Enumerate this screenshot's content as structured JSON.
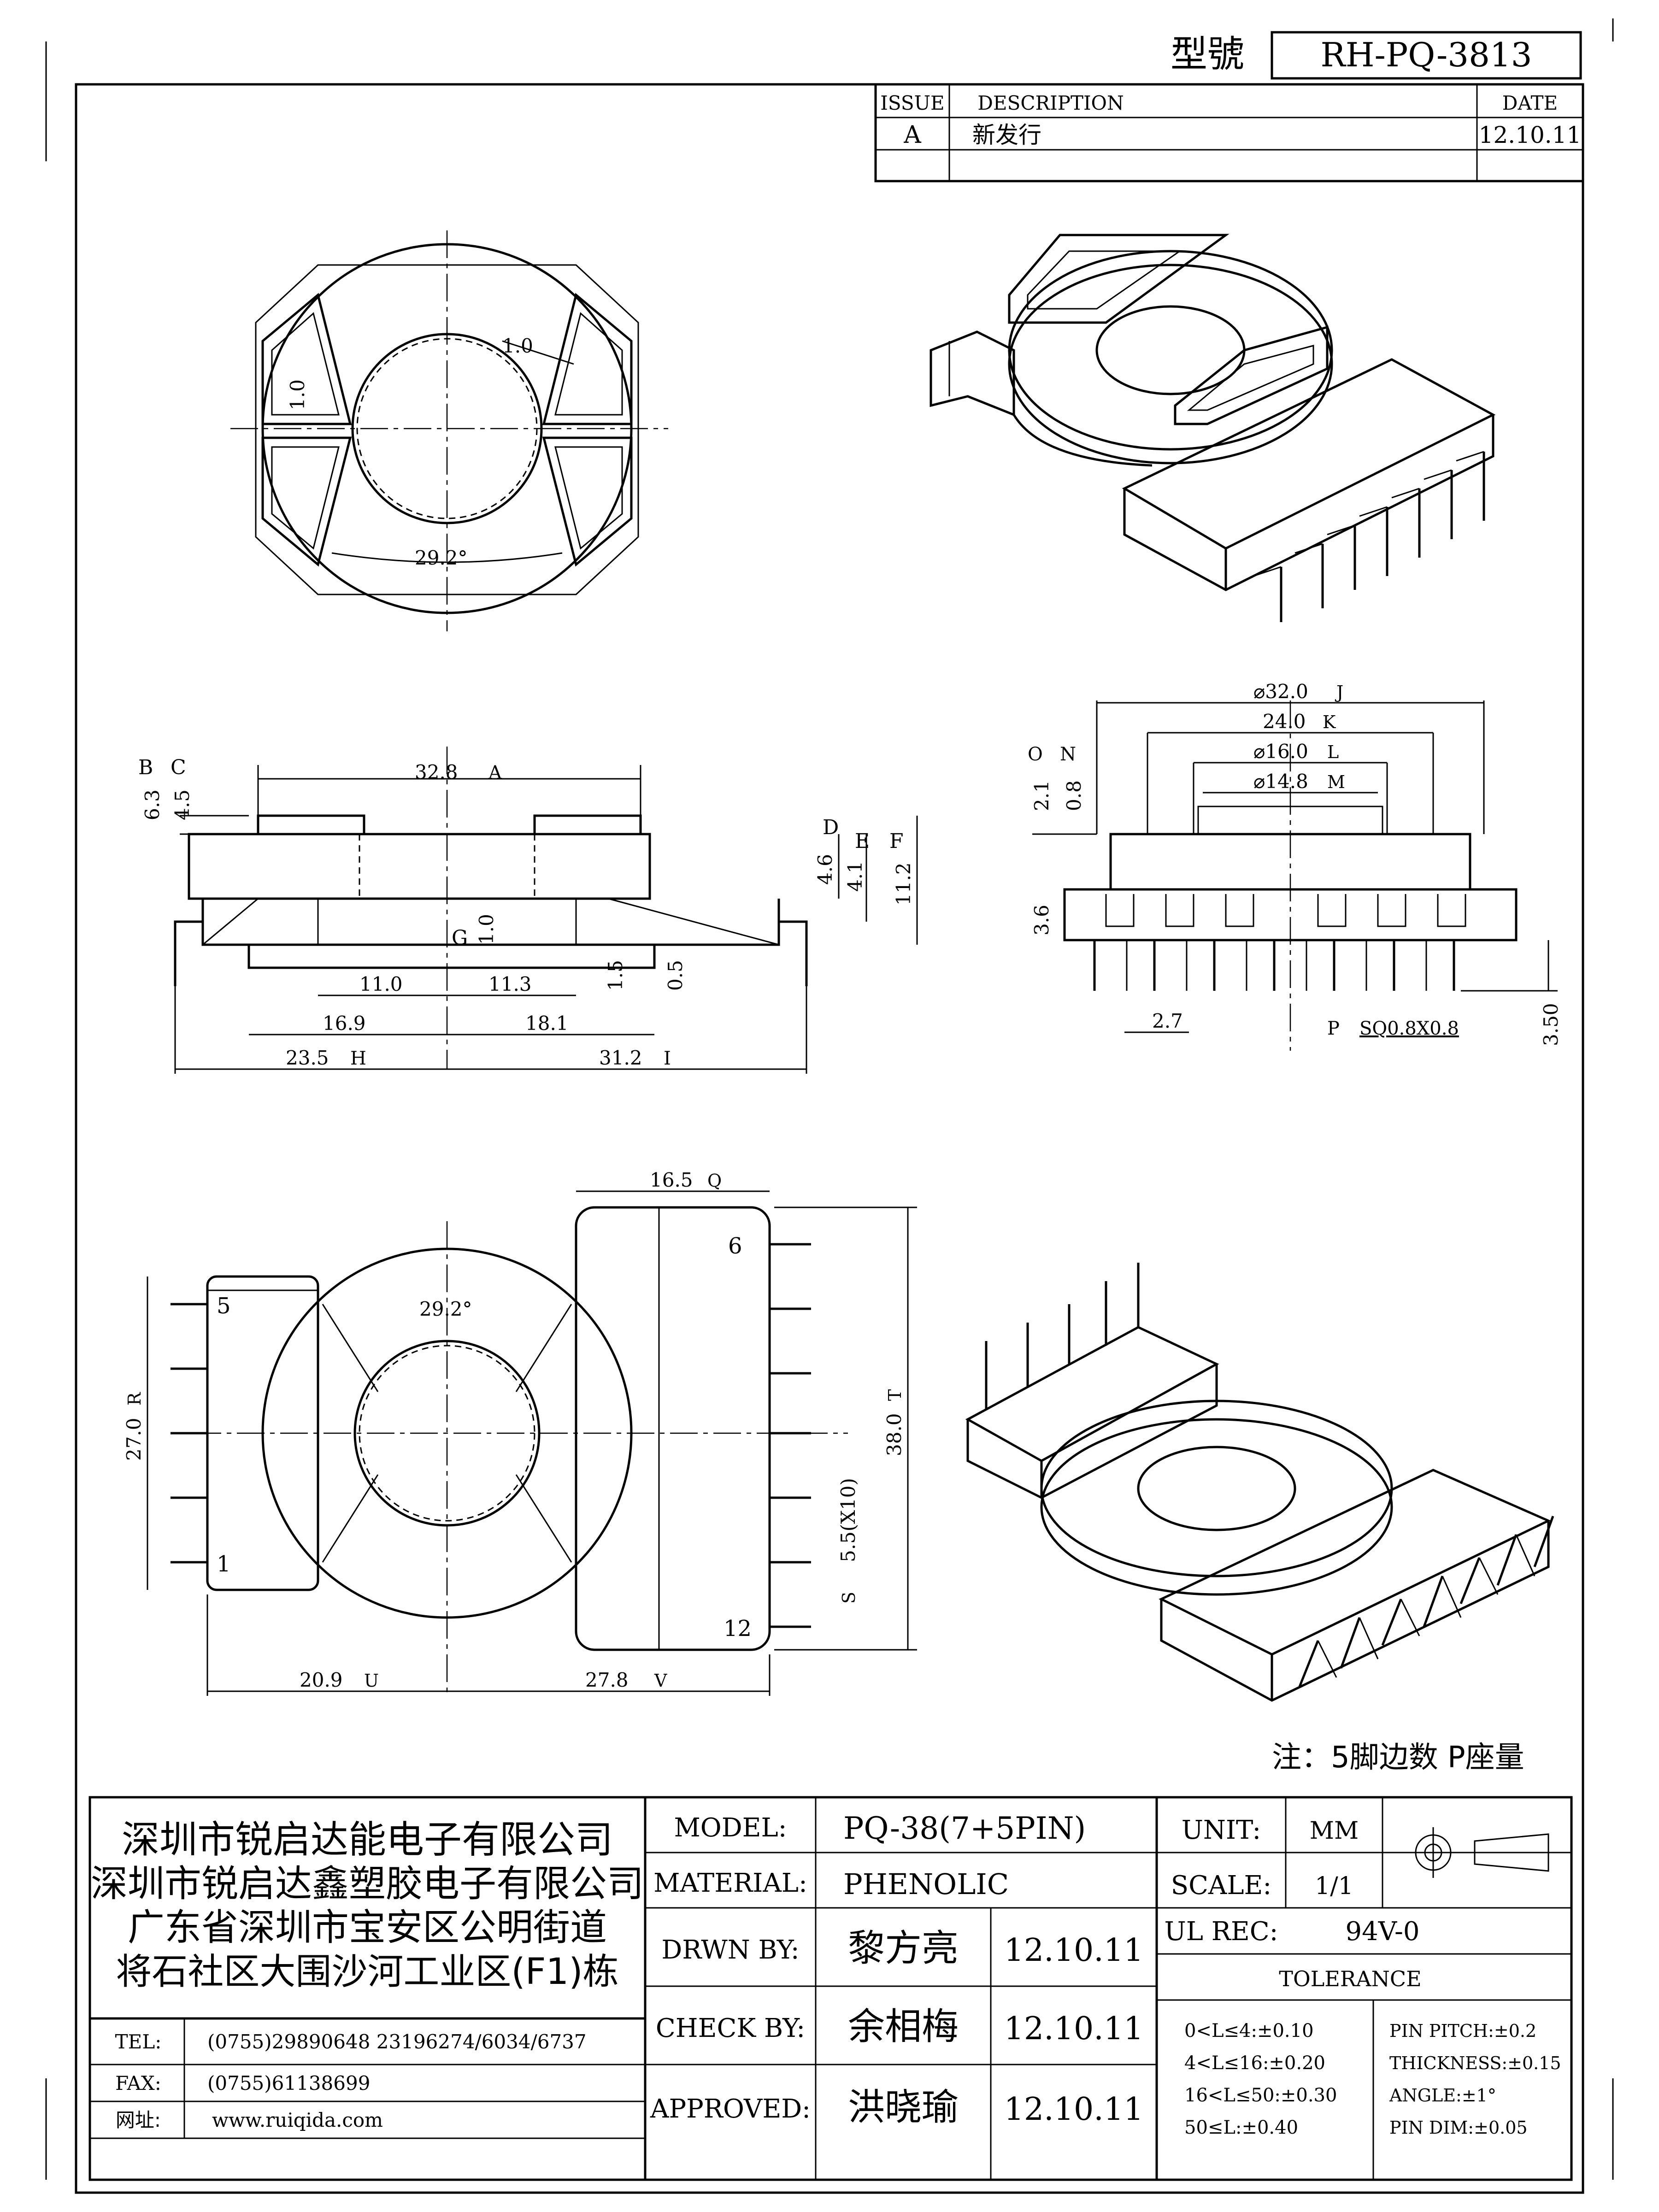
{
  "title_box": {
    "label": "型號",
    "model_no": "RH-PQ-3813"
  },
  "revision": {
    "headers": [
      "ISSUE",
      "DESCRIPTION",
      "DATE"
    ],
    "rows": [
      [
        "A",
        "新发行",
        "12.10.11"
      ]
    ]
  },
  "views": {
    "front": {
      "dim_1a": "1.0",
      "dim_1b": "1.0",
      "angle": "29.2°"
    },
    "side": {
      "dims": {
        "a": "32.8",
        "b": "6.3",
        "c": "4.5",
        "d": "4.6",
        "e": "4.1",
        "f": "11.2",
        "g": "1.0",
        "g2": "1.5",
        "g3": "0.5",
        "h1": "11.0",
        "h2": "11.3",
        "h3": "16.9",
        "h4": "18.1",
        "h5": "23.5",
        "h6": "31.2"
      },
      "markers": {
        "a": "A",
        "b": "B",
        "c": "C",
        "d": "D",
        "e": "E",
        "f": "F",
        "g": "G",
        "h": "H",
        "i": "I"
      }
    },
    "pin_view": {
      "dims": {
        "j": "⌀32.0",
        "k": "24.0",
        "l": "⌀16.0",
        "m": "⌀14.8",
        "n": "0.8",
        "o": "2.1",
        "q": "3.6",
        "r": "2.7",
        "s": "3.50"
      },
      "markers": {
        "j": "J",
        "k": "K",
        "l": "L",
        "m": "M",
        "n": "N",
        "o": "O",
        "p": "P"
      },
      "pin_size": "SQ0.8X0.8"
    },
    "bottom": {
      "dims": {
        "q": "16.5",
        "r": "27.0",
        "t": "38.0",
        "s": "5.5(X10)",
        "u": "20.9",
        "v": "27.8",
        "angle": "29.2°"
      },
      "markers": {
        "q": "Q",
        "r": "R",
        "s": "S",
        "t": "T",
        "u": "U",
        "v": "V"
      },
      "pins": {
        "p5": "5",
        "p1": "1",
        "p6": "6",
        "p12": "12"
      }
    }
  },
  "note": "注：5脚边数 P座量",
  "company": {
    "lines": [
      "深圳市锐启达能电子有限公司",
      "深圳市锐启达鑫塑胶电子有限公司",
      "广东省深圳市宝安区公明街道",
      "将石社区大围沙河工业区(F1)栋"
    ],
    "tel_label": "TEL:",
    "tel": "(0755)29890648  23196274/6034/6737",
    "fax_label": "FAX:",
    "fax": "(0755)61138699",
    "web_label": "网址:",
    "web": "www.ruiqida.com"
  },
  "spec": {
    "model_label": "MODEL:",
    "model": "PQ-38(7+5PIN)",
    "material_label": "MATERIAL:",
    "material": "PHENOLIC",
    "unit_label": "UNIT:",
    "unit": "MM",
    "scale_label": "SCALE:",
    "scale": "1/1",
    "ul_label": "UL REC:",
    "ul": "94V-0",
    "tolerance_label": "TOLERANCE",
    "tol_left": [
      "0<L≤4:±0.10",
      "4<L≤16:±0.20",
      "16<L≤50:±0.30",
      "50≤L:±0.40"
    ],
    "tol_right": [
      "PIN PITCH:±0.2",
      "THICKNESS:±0.15",
      "ANGLE:±1°",
      "PIN DIM:±0.05"
    ],
    "drawn_label": "DRWN BY:",
    "drawn_name": "黎方亮",
    "drawn_date": "12.10.11",
    "check_label": "CHECK BY:",
    "check_name": "余相梅",
    "check_date": "12.10.11",
    "approved_label": "APPROVED:",
    "approved_name": "洪晓瑜",
    "approved_date": "12.10.11"
  }
}
